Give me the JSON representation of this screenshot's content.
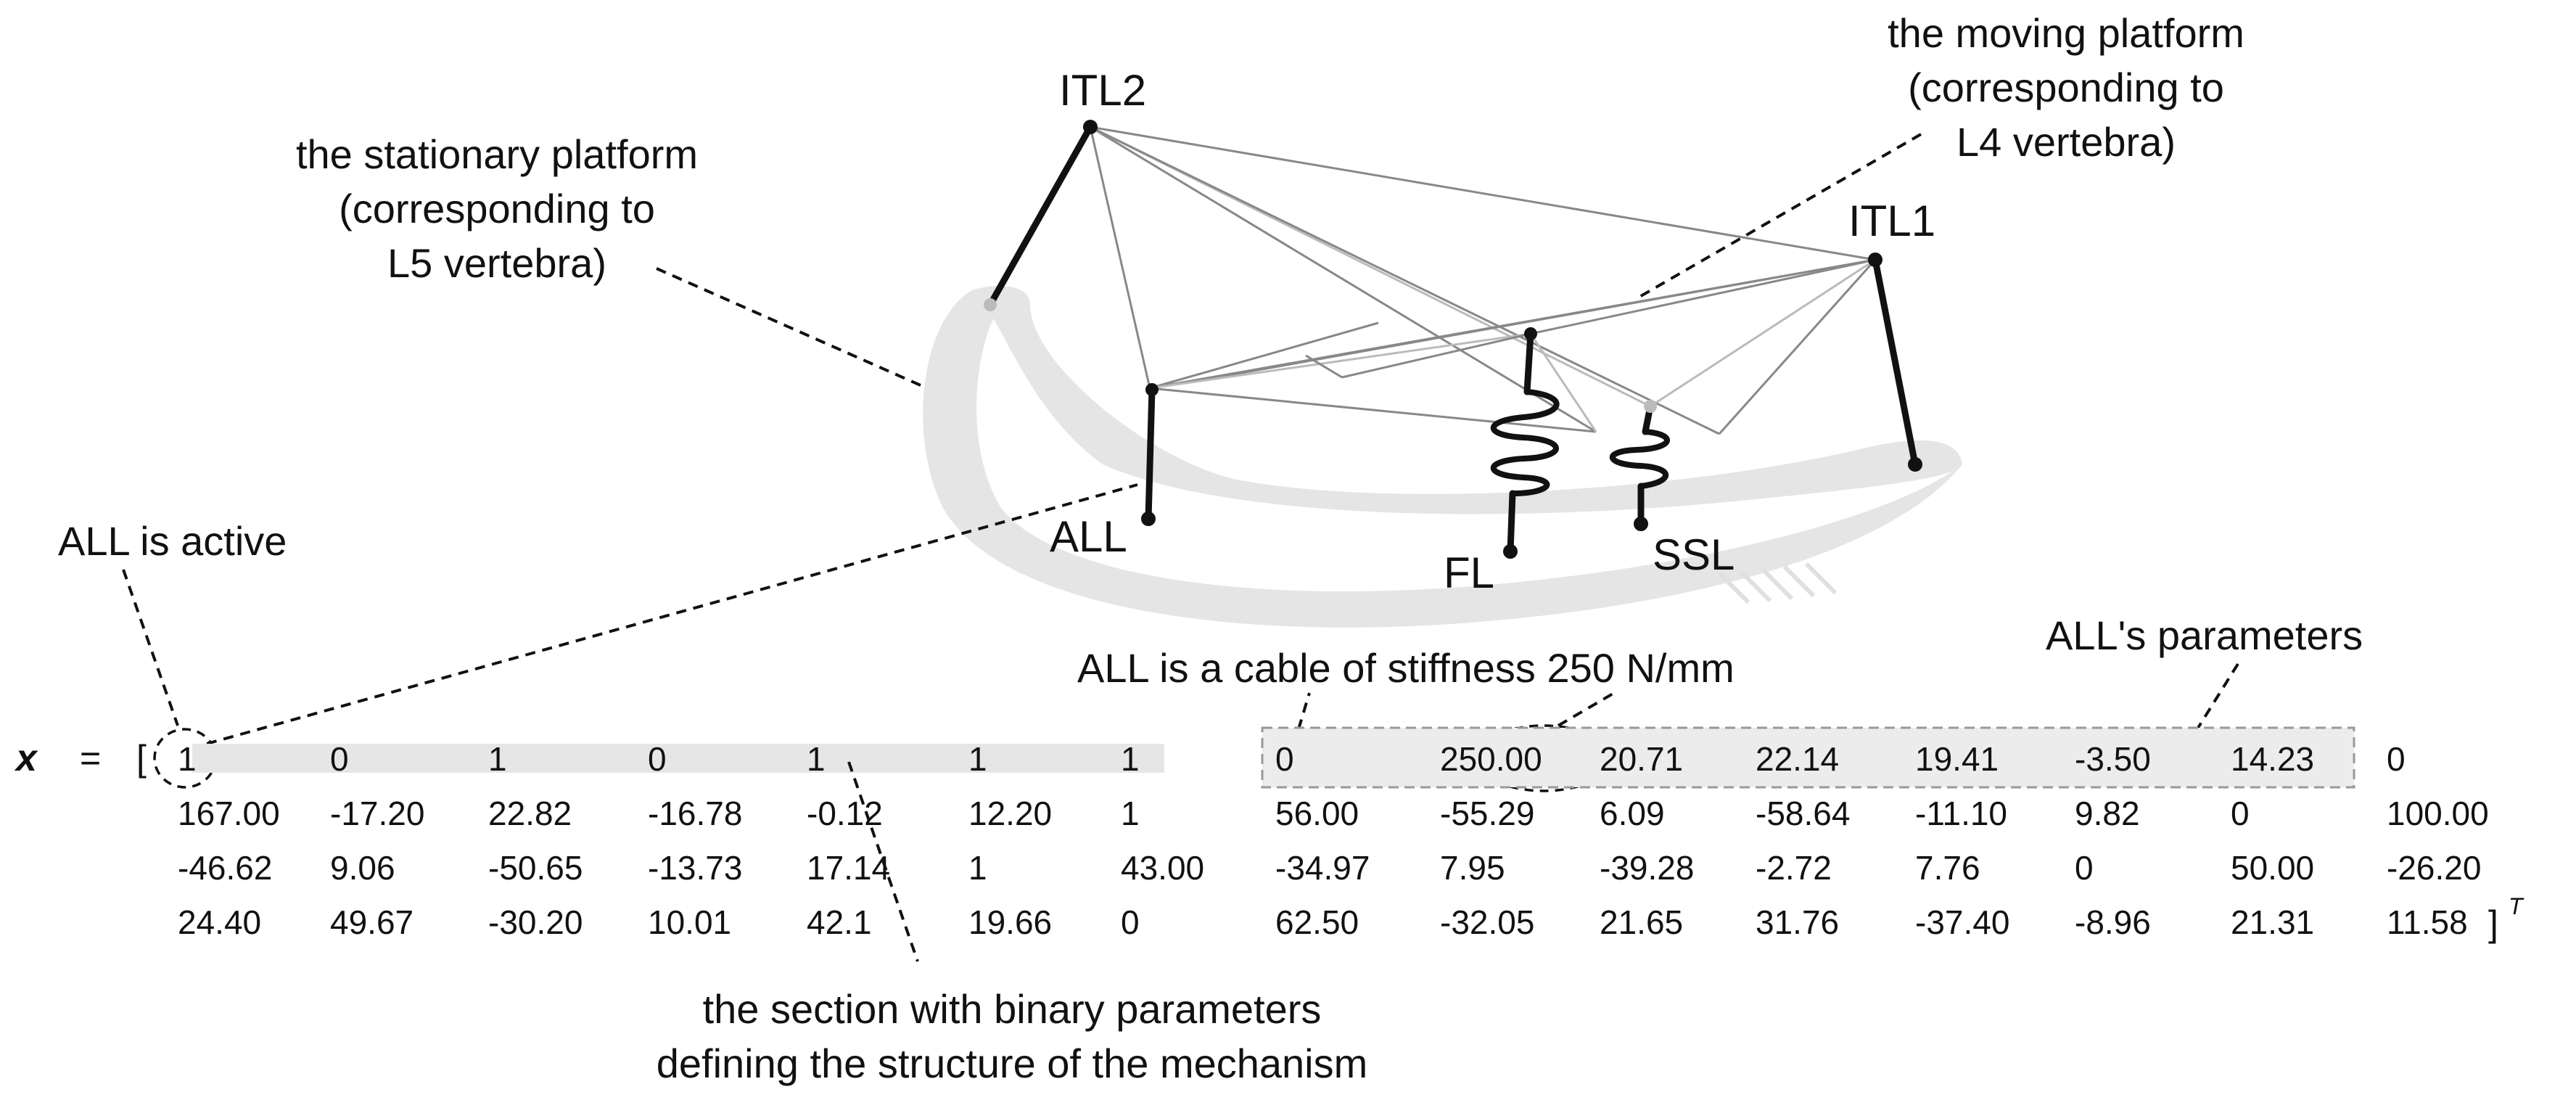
{
  "labels": {
    "stationary_platform": [
      "the stationary platform",
      "(corresponding to",
      "L5 vertebra)"
    ],
    "moving_platform": [
      "the moving platform",
      "(corresponding to",
      "L4 vertebra)"
    ],
    "itl2": "ITL2",
    "itl1": "ITL1",
    "all": "ALL",
    "fl": "FL",
    "ssl": "SSL",
    "all_active": "ALL is active",
    "all_cable": "ALL is a cable of stiffness 250 N/mm",
    "all_params": "ALL's parameters",
    "binary_section": [
      "the section with binary parameters",
      "defining the structure of the mechanism"
    ]
  },
  "vector": {
    "symbol": "x",
    "equals": "=",
    "open_bracket": "[",
    "close_bracket": "]",
    "transpose": "T",
    "rows": [
      [
        "1",
        "0",
        "1",
        "0",
        "1",
        "1",
        "1",
        "0",
        "250.00",
        "20.71",
        "22.14",
        "19.41",
        "-3.50",
        "14.23",
        "0"
      ],
      [
        "167.00",
        "-17.20",
        "22.82",
        "-16.78",
        "-0.12",
        "12.20",
        "1",
        "56.00",
        "-55.29",
        "6.09",
        "-58.64",
        "-11.10",
        "9.82",
        "0",
        "100.00"
      ],
      [
        "-46.62",
        "9.06",
        "-50.65",
        "-13.73",
        "17.14",
        "1",
        "43.00",
        "-34.97",
        "7.95",
        "-39.28",
        "-2.72",
        "7.76",
        "0",
        "50.00",
        "-26.20"
      ],
      [
        "24.40",
        "49.67",
        "-30.20",
        "10.01",
        "42.1",
        "19.66",
        "0",
        "62.50",
        "-32.05",
        "21.65",
        "31.76",
        "-37.40",
        "-8.96",
        "21.31",
        "11.58"
      ]
    ]
  }
}
